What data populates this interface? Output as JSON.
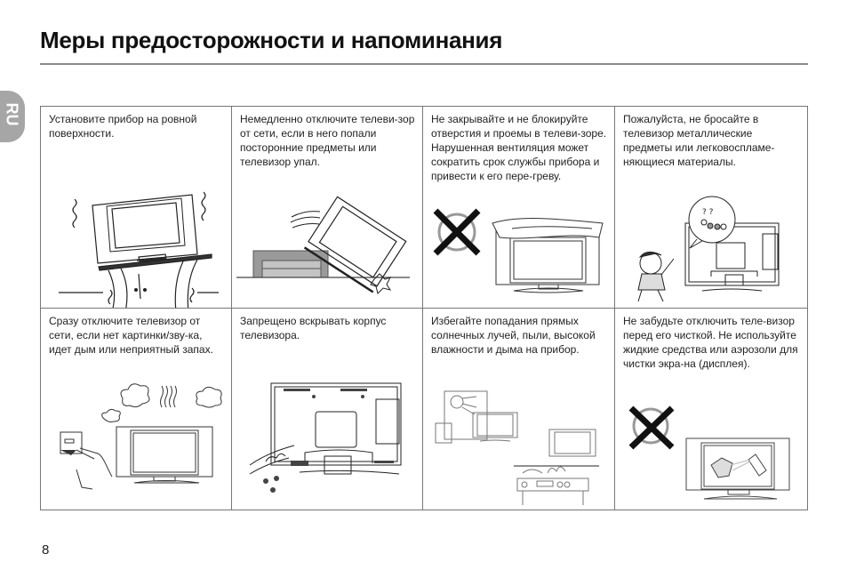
{
  "page": {
    "title": "Меры предосторожности и напоминания",
    "language_tab": "RU",
    "page_number": "8"
  },
  "cells": [
    {
      "text": "Установите прибор на ровной поверхности.",
      "illustration": "tv-on-uneven-stand"
    },
    {
      "text": "Немедленно отключите телеви-зор от сети, если в него попали посторонние предметы или телевизор упал.",
      "illustration": "tv-falling"
    },
    {
      "text": "Не закрывайте и не блокируйте отверстия и проемы в телеви-зоре. Нарушенная вентиляция может сократить срок службы прибора и привести к его пере-греву.",
      "illustration": "tv-covered-prohibited"
    },
    {
      "text": "Пожалуйста, не бросайте в телевизор  металлические предметы или легковоспламе-няющиеся материалы.",
      "illustration": "boy-throwing-objects"
    },
    {
      "text": "Сразу отключите  телевизор от сети, если нет картинки/зву-ка, идет дым или неприятный запах.",
      "illustration": "unplug-smoking-tv"
    },
    {
      "text": "Запрещено вскрывать корпус телевизора.",
      "illustration": "tv-back-screwdriver"
    },
    {
      "text": "Избегайте попадания прямых солнечных лучей, пыли, высокой влажности и дыма на прибор.",
      "illustration": "sun-and-kitchen"
    },
    {
      "text": "Не забудьте отключить теле-визор перед его чисткой. Не используйте жидкие средства или аэрозоли для чистки экра-на (дисплея).",
      "illustration": "no-spray-cleaning"
    }
  ],
  "colors": {
    "rule": "#8a8a8a",
    "tab": "#a6a6a6",
    "border": "#777777"
  }
}
